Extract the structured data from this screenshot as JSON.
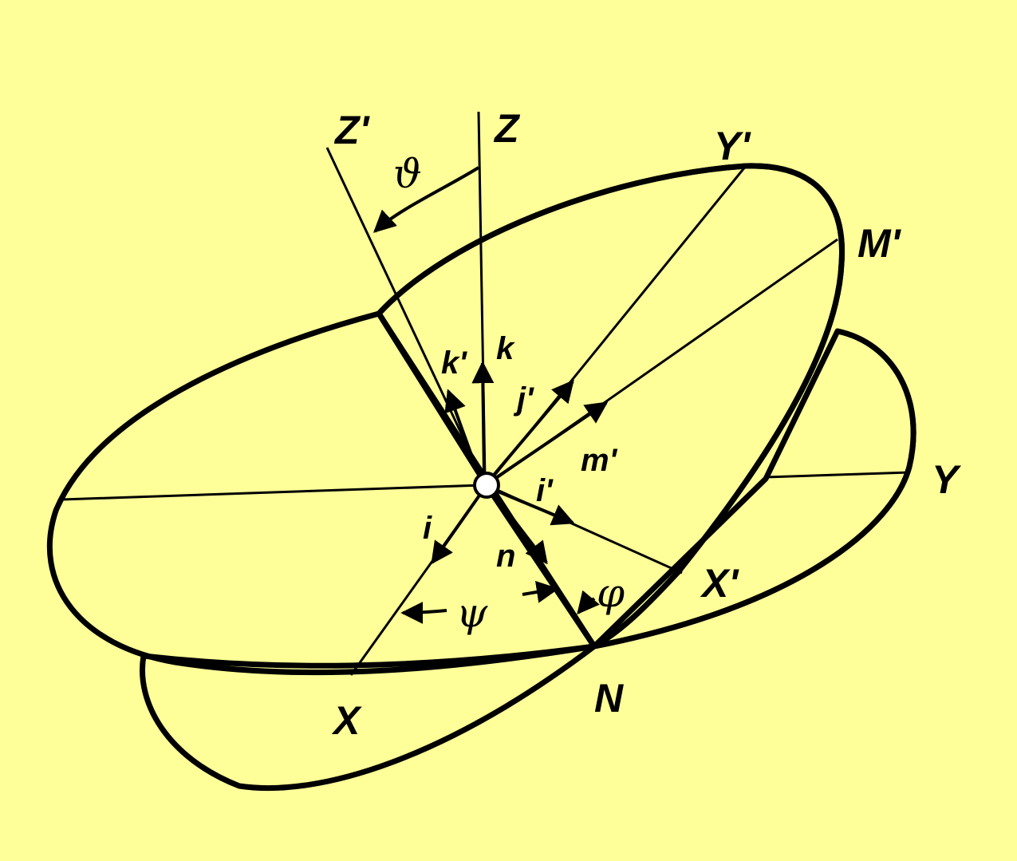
{
  "colors": {
    "background": "#ffff99",
    "rotated_plane": "#80ffff",
    "fixed_plane": "#c0c0c0",
    "line": "#000000"
  },
  "labels": {
    "Z_prime": "Z'",
    "Z": "Z",
    "Y_prime": "Y'",
    "M_prime": "M'",
    "Y": "Y",
    "X_prime": "X'",
    "X": "X",
    "N": "N"
  },
  "vectors": {
    "k_prime": "k'",
    "k": "k",
    "j_prime": "j'",
    "m_prime": "m'",
    "i_prime": "i'",
    "i": "i",
    "n": "n"
  },
  "angles": {
    "theta": "ϑ",
    "psi": "ψ",
    "phi": "φ"
  }
}
